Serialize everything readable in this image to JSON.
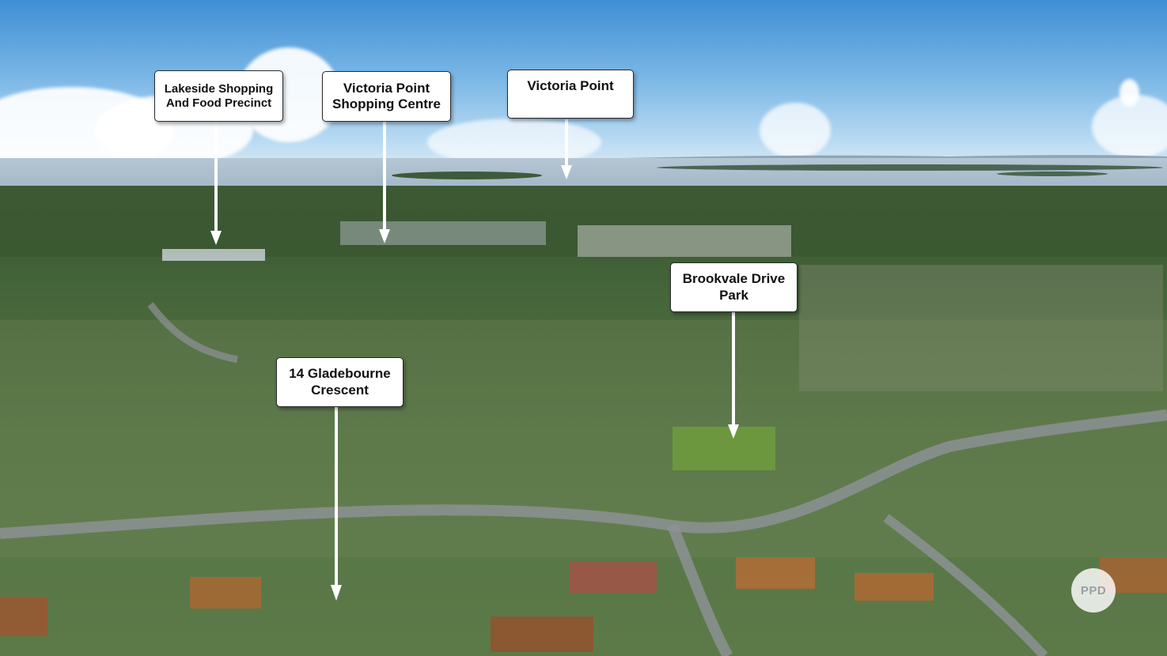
{
  "callouts": [
    {
      "id": "lakeside",
      "lines": [
        "Lakeside Shopping",
        "And Food Precinct"
      ]
    },
    {
      "id": "vp-shopping",
      "lines": [
        "Victoria Point",
        "Shopping Centre"
      ]
    },
    {
      "id": "victoria-point",
      "lines": [
        "Victoria Point"
      ]
    },
    {
      "id": "brookvale",
      "lines": [
        "Brookvale Drive",
        "Park"
      ]
    },
    {
      "id": "gladebourne",
      "lines": [
        "14 Gladebourne",
        "Crescent"
      ]
    }
  ],
  "watermark": {
    "text": "PPD"
  },
  "colors": {
    "label_bg": "#ffffff",
    "label_text": "#111111",
    "arrow": "#ffffff"
  }
}
